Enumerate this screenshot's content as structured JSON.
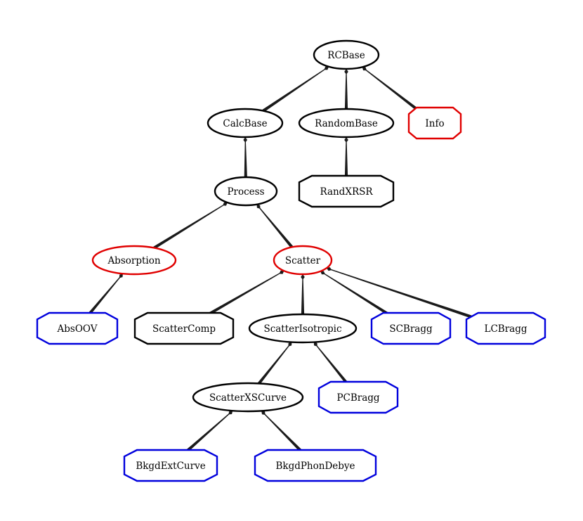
{
  "colors": {
    "abstract": "#000000",
    "interface": "#e00000",
    "concrete": "#0000dd",
    "edge": "#1a1a1a"
  },
  "nodes": {
    "rcbase": {
      "label": "RCBase",
      "shape": "ellipse",
      "kind": "abstract"
    },
    "calcbase": {
      "label": "CalcBase",
      "shape": "ellipse",
      "kind": "abstract"
    },
    "randombase": {
      "label": "RandomBase",
      "shape": "ellipse",
      "kind": "abstract"
    },
    "info": {
      "label": "Info",
      "shape": "octagon",
      "kind": "interface"
    },
    "process": {
      "label": "Process",
      "shape": "ellipse",
      "kind": "abstract"
    },
    "randxrsr": {
      "label": "RandXRSR",
      "shape": "octagon",
      "kind": "abstract"
    },
    "absorption": {
      "label": "Absorption",
      "shape": "ellipse",
      "kind": "interface"
    },
    "scatter": {
      "label": "Scatter",
      "shape": "ellipse",
      "kind": "interface"
    },
    "absoov": {
      "label": "AbsOOV",
      "shape": "octagon",
      "kind": "concrete"
    },
    "scattercomp": {
      "label": "ScatterComp",
      "shape": "octagon",
      "kind": "abstract"
    },
    "scatterisotropic": {
      "label": "ScatterIsotropic",
      "shape": "ellipse",
      "kind": "abstract"
    },
    "scbragg": {
      "label": "SCBragg",
      "shape": "octagon",
      "kind": "concrete"
    },
    "lcbragg": {
      "label": "LCBragg",
      "shape": "octagon",
      "kind": "concrete"
    },
    "scatterxscurve": {
      "label": "ScatterXSCurve",
      "shape": "ellipse",
      "kind": "abstract"
    },
    "pcbragg": {
      "label": "PCBragg",
      "shape": "octagon",
      "kind": "concrete"
    },
    "bkgdextcurve": {
      "label": "BkgdExtCurve",
      "shape": "octagon",
      "kind": "concrete"
    },
    "bkgdphondebye": {
      "label": "BkgdPhonDebye",
      "shape": "octagon",
      "kind": "concrete"
    }
  },
  "edges": [
    {
      "from": "calcbase",
      "to": "rcbase"
    },
    {
      "from": "randombase",
      "to": "rcbase"
    },
    {
      "from": "info",
      "to": "rcbase"
    },
    {
      "from": "process",
      "to": "calcbase"
    },
    {
      "from": "randxrsr",
      "to": "randombase"
    },
    {
      "from": "absorption",
      "to": "process"
    },
    {
      "from": "scatter",
      "to": "process"
    },
    {
      "from": "absoov",
      "to": "absorption"
    },
    {
      "from": "scattercomp",
      "to": "scatter"
    },
    {
      "from": "scatterisotropic",
      "to": "scatter"
    },
    {
      "from": "scbragg",
      "to": "scatter"
    },
    {
      "from": "lcbragg",
      "to": "scatter"
    },
    {
      "from": "scatterxscurve",
      "to": "scatterisotropic"
    },
    {
      "from": "pcbragg",
      "to": "scatterisotropic"
    },
    {
      "from": "bkgdextcurve",
      "to": "scatterxscurve"
    },
    {
      "from": "bkgdphondebye",
      "to": "scatterxscurve"
    }
  ]
}
